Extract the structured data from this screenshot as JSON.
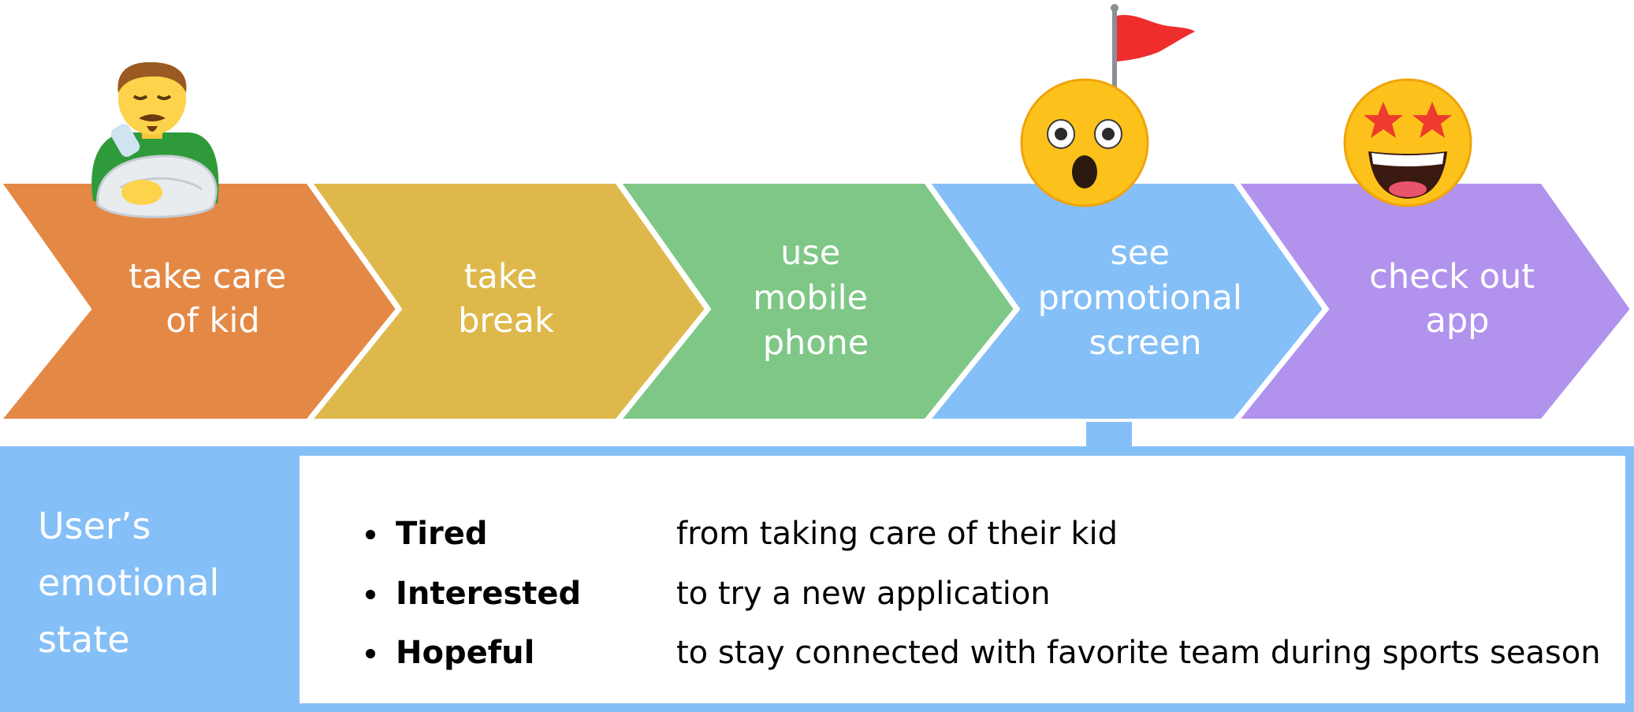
{
  "steps": [
    {
      "label_lines": [
        "take care",
        "of kid"
      ],
      "color": "#e48846"
    },
    {
      "label_lines": [
        "take",
        "break"
      ],
      "color": "#deb84b"
    },
    {
      "label_lines": [
        "use",
        "mobile",
        "phone"
      ],
      "color": "#7fc787"
    },
    {
      "label_lines": [
        "see",
        "promotional",
        "screen"
      ],
      "color": "#85bff7"
    },
    {
      "label_lines": [
        "check out",
        "app"
      ],
      "color": "#b193ee"
    }
  ],
  "icons": [
    "man-feeding-baby-icon",
    "astonished-face-icon",
    "red-flag-icon",
    "star-struck-face-icon"
  ],
  "emotional_state": {
    "title_lines": [
      "User’s",
      "emotional",
      "state"
    ],
    "items": [
      {
        "emotion": "Tired",
        "description": "from taking care of their kid"
      },
      {
        "emotion": "Interested",
        "description": "to try a new application"
      },
      {
        "emotion": "Hopeful",
        "description": "to stay connected with favorite team during sports season"
      }
    ],
    "panel_color": "#85bff7"
  }
}
